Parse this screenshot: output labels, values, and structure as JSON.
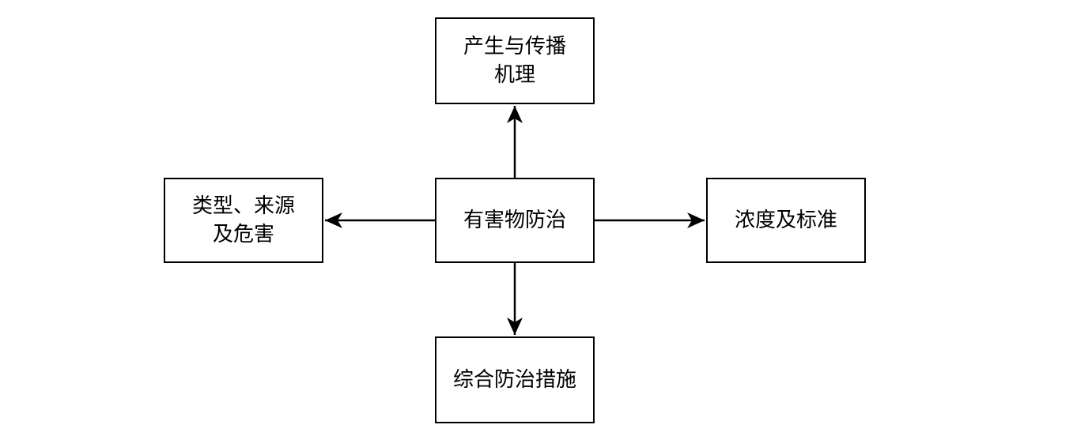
{
  "nodes": {
    "center": "有害物防治",
    "top": "产生与传播\n机理",
    "left": "类型、来源\n及危害",
    "right": "浓度及标准",
    "bottom": "综合防治措施"
  },
  "colors": {
    "stroke": "#000000",
    "background": "#ffffff"
  }
}
